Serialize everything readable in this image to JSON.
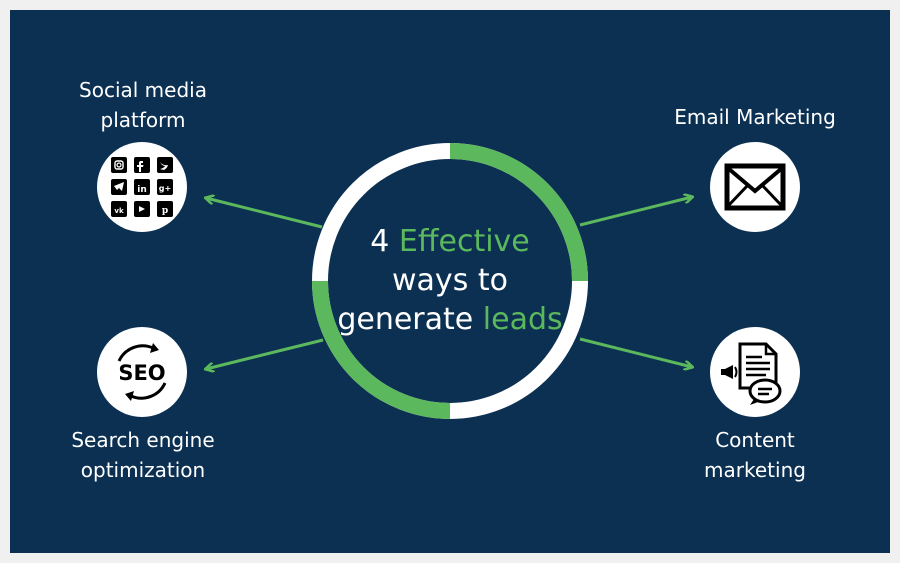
{
  "center": {
    "number": "4",
    "word_effective": "Effective",
    "line2": "ways to",
    "word_generate": "generate",
    "word_leads": "leads"
  },
  "items": {
    "social": {
      "line1": "Social media",
      "line2": "platform"
    },
    "email": {
      "line1": "Email Marketing"
    },
    "seo": {
      "line1": "Search engine",
      "line2": "optimization",
      "icon_text": "SEO"
    },
    "content": {
      "line1": "Content",
      "line2": "marketing"
    }
  },
  "icons": {
    "social": "social-media-grid-icon",
    "email": "envelope-icon",
    "seo": "seo-cycle-icon",
    "content": "document-speech-icon"
  },
  "colors": {
    "background": "#0c3052",
    "accent": "#5cb85c",
    "text": "#ffffff"
  }
}
